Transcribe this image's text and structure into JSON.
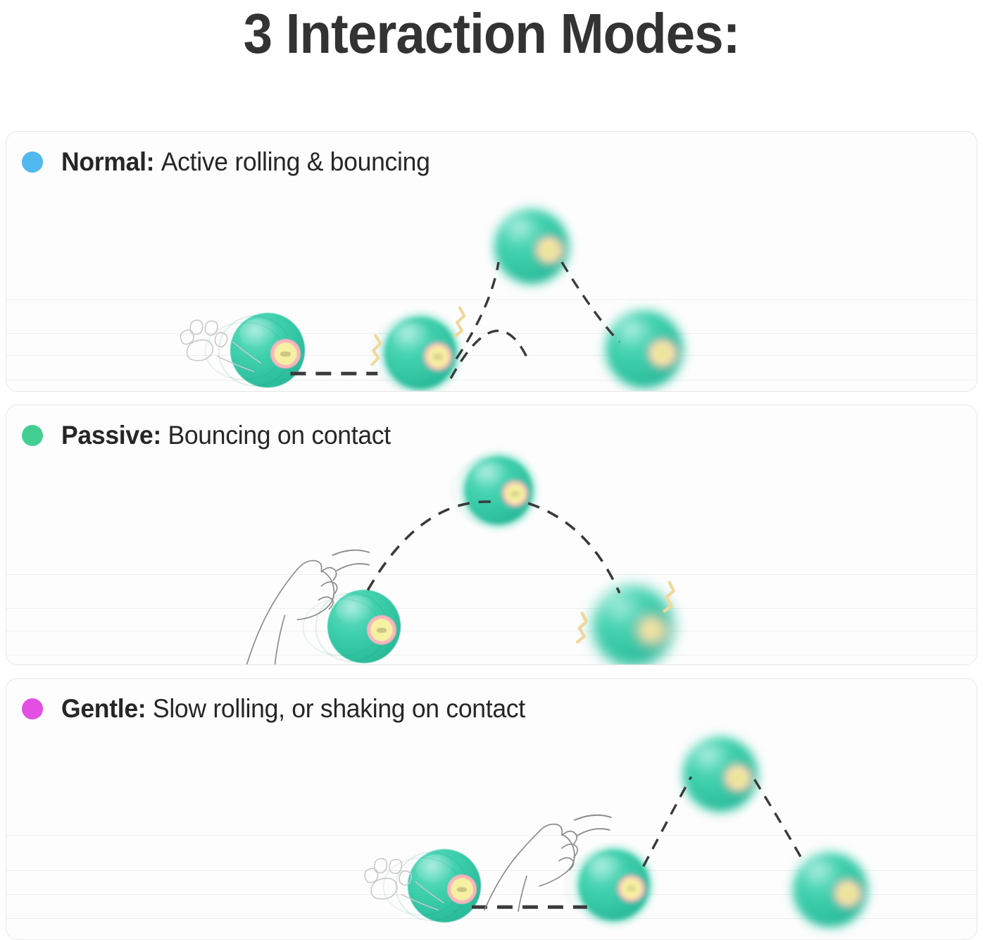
{
  "title": "3 Interaction Modes:",
  "colors": {
    "normal_dot": "#51b7ef",
    "passive_dot": "#43cf93",
    "gentle_dot": "#e24fe2",
    "ball_teal": "#3fd0ad",
    "ball_ring": "#f9b9bf",
    "ball_core": "#f7f3a5",
    "impact_yellow": "#efd89a",
    "trajectory": "#3a3a3a",
    "card_border": "#e6e6e6",
    "gridline": "#eeeeee",
    "title_text": "#333333"
  },
  "modes": [
    {
      "id": "normal",
      "dot_color": "#51b7ef",
      "name": "Normal:",
      "description": "Active rolling & bouncing",
      "icons": [
        "paw-print-icon",
        "speed-lines-icon",
        "impact-zigzag-icon",
        "trajectory-arc-icon"
      ],
      "ball_count": 4
    },
    {
      "id": "passive",
      "dot_color": "#43cf93",
      "name": "Passive:",
      "description": "Bouncing on contact",
      "icons": [
        "cat-paw-icon",
        "motion-arc-icon",
        "impact-zigzag-icon",
        "trajectory-arc-icon"
      ],
      "ball_count": 3
    },
    {
      "id": "gentle",
      "dot_color": "#e24fe2",
      "name": "Gentle:",
      "description": "Slow rolling, or shaking on contact",
      "icons": [
        "paw-print-icon",
        "speed-lines-icon",
        "cat-paw-icon",
        "motion-arc-icon",
        "trajectory-arc-icon"
      ],
      "ball_count": 4
    }
  ]
}
